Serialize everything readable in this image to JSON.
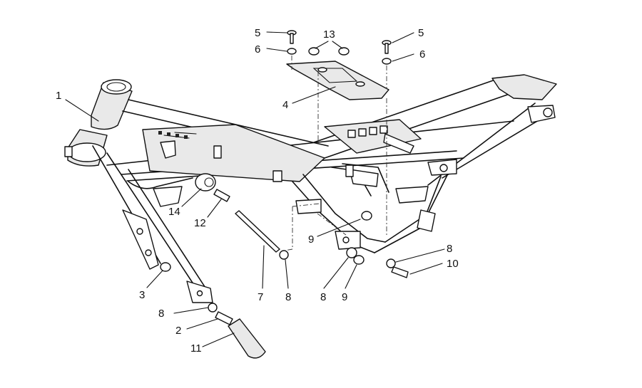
{
  "callouts": [
    {
      "id": "c1",
      "text": "1"
    },
    {
      "id": "c2",
      "text": "2"
    },
    {
      "id": "c3",
      "text": "3"
    },
    {
      "id": "c4",
      "text": "4"
    },
    {
      "id": "c5a",
      "text": "5"
    },
    {
      "id": "c5b",
      "text": "5"
    },
    {
      "id": "c6a",
      "text": "6"
    },
    {
      "id": "c6b",
      "text": "6"
    },
    {
      "id": "c7",
      "text": "7"
    },
    {
      "id": "c8a",
      "text": "8"
    },
    {
      "id": "c8b",
      "text": "8"
    },
    {
      "id": "c8c",
      "text": "8"
    },
    {
      "id": "c8d",
      "text": "8"
    },
    {
      "id": "c9a",
      "text": "9"
    },
    {
      "id": "c9b",
      "text": "9"
    },
    {
      "id": "c10",
      "text": "10"
    },
    {
      "id": "c11",
      "text": "11"
    },
    {
      "id": "c12",
      "text": "12"
    },
    {
      "id": "c13",
      "text": "13"
    },
    {
      "id": "c14",
      "text": "14"
    }
  ]
}
